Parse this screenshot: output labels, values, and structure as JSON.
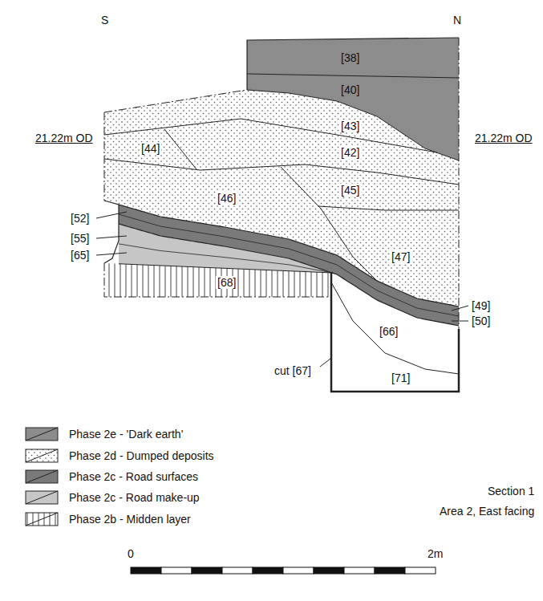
{
  "diagram": {
    "labels": [
      "S",
      "N",
      "21.22m OD",
      "21.22m OD",
      "[38]",
      "[40]",
      "[43]",
      "[44]",
      "[42]",
      "[46]",
      "[45]",
      "[52]",
      "[55]",
      "[65]",
      "[47]",
      "[68]",
      "[49]",
      "[50]",
      "[66]",
      "cut [67]",
      "[71]",
      "Section 1",
      "Area 2, East facing",
      "0",
      "2m"
    ],
    "legend": [
      {
        "text": "Phase 2e - 'Dark earth'",
        "color": "#8c8c8c"
      },
      {
        "text": "Phase 2d - Dumped deposits"
      },
      {
        "text": "Phase 2c - Road surfaces",
        "color": "#7a7a7a"
      },
      {
        "text": "Phase 2c - Road make-up",
        "color": "#c6c6c6"
      },
      {
        "text": "Phase 2b - Midden layer"
      }
    ]
  }
}
